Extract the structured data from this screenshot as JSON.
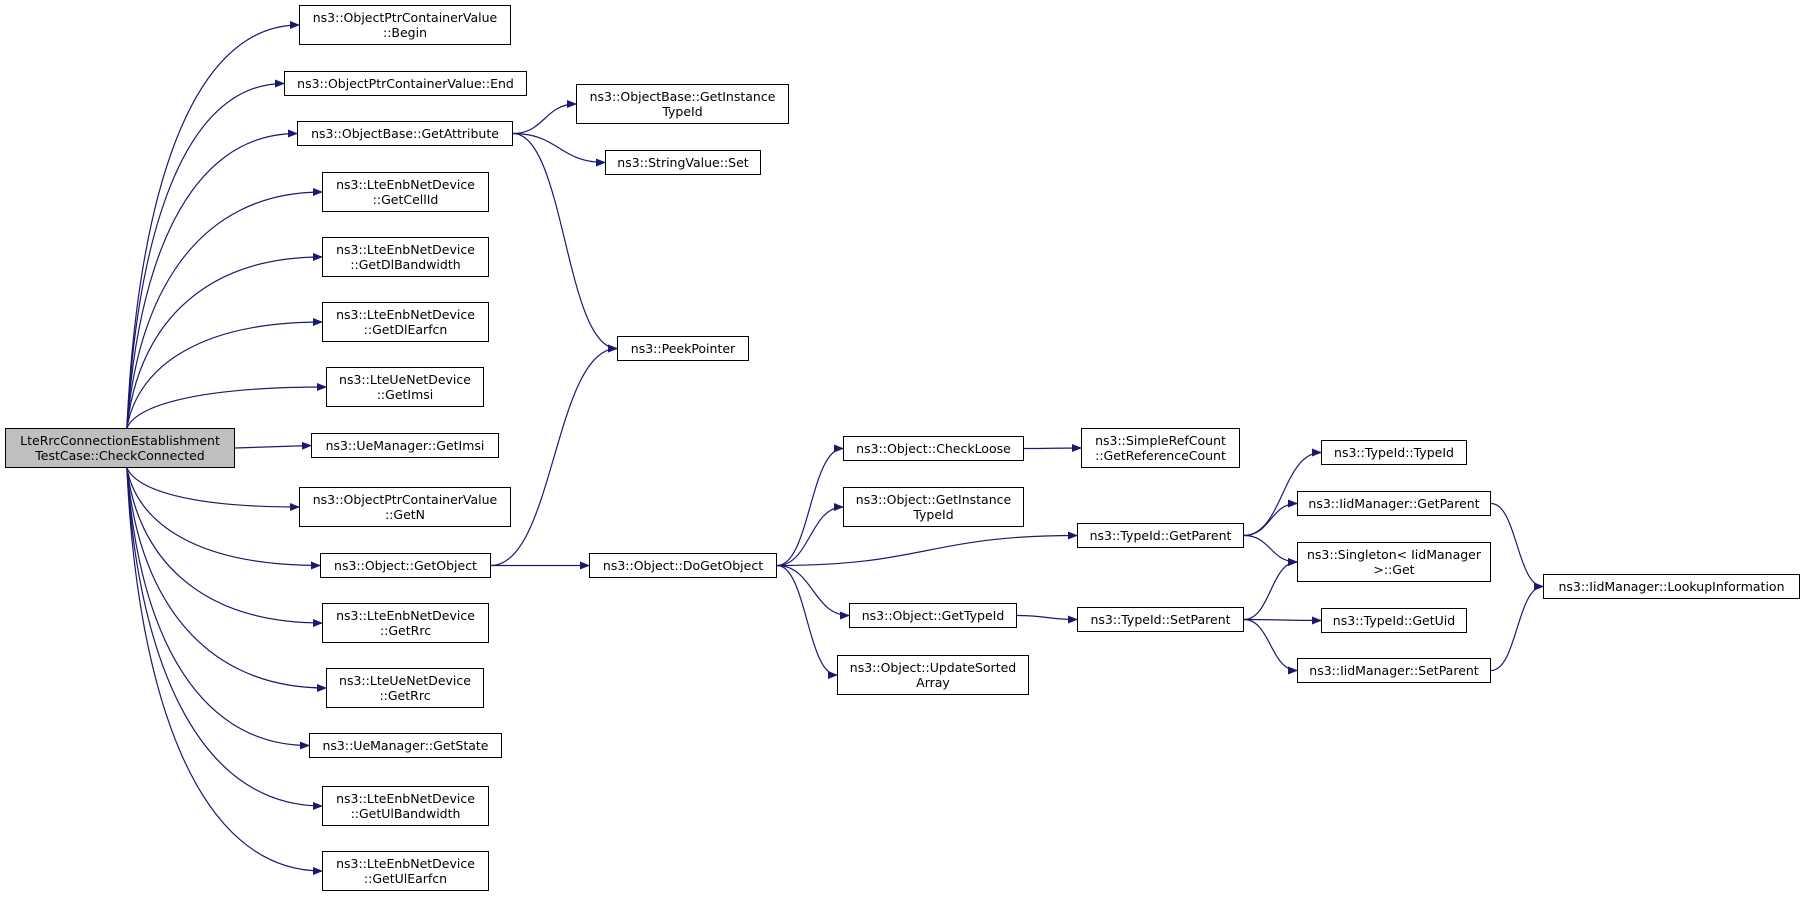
{
  "diagram": {
    "root": {
      "line1": "LteRrcConnectionEstablishment",
      "line2": "TestCase::CheckConnected"
    },
    "nodes": {
      "n_begin": {
        "line1": "ns3::ObjectPtrContainerValue",
        "line2": "::Begin"
      },
      "n_end": {
        "line1": "ns3::ObjectPtrContainerValue::End"
      },
      "n_getattribute": {
        "line1": "ns3::ObjectBase::GetAttribute"
      },
      "n_ob_getinstancetypeid": {
        "line1": "ns3::ObjectBase::GetInstance",
        "line2": "TypeId"
      },
      "n_stringvalue_set": {
        "line1": "ns3::StringValue::Set"
      },
      "n_getcellid": {
        "line1": "ns3::LteEnbNetDevice",
        "line2": "::GetCellId"
      },
      "n_getdlbandwidth": {
        "line1": "ns3::LteEnbNetDevice",
        "line2": "::GetDlBandwidth"
      },
      "n_getdlearfcn": {
        "line1": "ns3::LteEnbNetDevice",
        "line2": "::GetDlEarfcn"
      },
      "n_peekpointer": {
        "line1": "ns3::PeekPointer"
      },
      "n_ue_getimsi": {
        "line1": "ns3::LteUeNetDevice",
        "line2": "::GetImsi"
      },
      "n_uemgr_getimsi": {
        "line1": "ns3::UeManager::GetImsi"
      },
      "n_getn": {
        "line1": "ns3::ObjectPtrContainerValue",
        "line2": "::GetN"
      },
      "n_getobject": {
        "line1": "ns3::Object::GetObject"
      },
      "n_enb_getrrc": {
        "line1": "ns3::LteEnbNetDevice",
        "line2": "::GetRrc"
      },
      "n_ue_getrrc": {
        "line1": "ns3::LteUeNetDevice",
        "line2": "::GetRrc"
      },
      "n_getstate": {
        "line1": "ns3::UeManager::GetState"
      },
      "n_getulbandwidth": {
        "line1": "ns3::LteEnbNetDevice",
        "line2": "::GetUlBandwidth"
      },
      "n_getulearfcn": {
        "line1": "ns3::LteEnbNetDevice",
        "line2": "::GetUlEarfcn"
      },
      "n_checkloose": {
        "line1": "ns3::Object::CheckLoose"
      },
      "n_getreferencecount": {
        "line1": "ns3::SimpleRefCount",
        "line2": "::GetReferenceCount"
      },
      "n_obj_getinstancetypeid": {
        "line1": "ns3::Object::GetInstance",
        "line2": "TypeId"
      },
      "n_dogetobject": {
        "line1": "ns3::Object::DoGetObject"
      },
      "n_gettypeid": {
        "line1": "ns3::Object::GetTypeId"
      },
      "n_updatesortedarray": {
        "line1": "ns3::Object::UpdateSorted",
        "line2": "Array"
      },
      "n_typeid_getparent": {
        "line1": "ns3::TypeId::GetParent"
      },
      "n_typeid_setparent": {
        "line1": "ns3::TypeId::SetParent"
      },
      "n_typeid_typeid": {
        "line1": "ns3::TypeId::TypeId"
      },
      "n_iid_getparent": {
        "line1": "ns3::IidManager::GetParent"
      },
      "n_singleton_get": {
        "line1": "ns3::Singleton< IidManager",
        "line2": ">::Get"
      },
      "n_typeid_getuid": {
        "line1": "ns3::TypeId::GetUid"
      },
      "n_iid_setparent": {
        "line1": "ns3::IidManager::SetParent"
      },
      "n_lookupinformation": {
        "line1": "ns3::IidManager::LookupInformation"
      }
    },
    "edges": [
      [
        "root",
        "n_begin"
      ],
      [
        "root",
        "n_end"
      ],
      [
        "root",
        "n_getattribute"
      ],
      [
        "root",
        "n_getcellid"
      ],
      [
        "root",
        "n_getdlbandwidth"
      ],
      [
        "root",
        "n_getdlearfcn"
      ],
      [
        "root",
        "n_ue_getimsi"
      ],
      [
        "root",
        "n_uemgr_getimsi"
      ],
      [
        "root",
        "n_getn"
      ],
      [
        "root",
        "n_getobject"
      ],
      [
        "root",
        "n_enb_getrrc"
      ],
      [
        "root",
        "n_ue_getrrc"
      ],
      [
        "root",
        "n_getstate"
      ],
      [
        "root",
        "n_getulbandwidth"
      ],
      [
        "root",
        "n_getulearfcn"
      ],
      [
        "n_getattribute",
        "n_ob_getinstancetypeid"
      ],
      [
        "n_getattribute",
        "n_stringvalue_set"
      ],
      [
        "n_getattribute",
        "n_peekpointer"
      ],
      [
        "n_getobject",
        "n_peekpointer"
      ],
      [
        "n_getobject",
        "n_dogetobject"
      ],
      [
        "n_dogetobject",
        "n_checkloose"
      ],
      [
        "n_dogetobject",
        "n_obj_getinstancetypeid"
      ],
      [
        "n_dogetobject",
        "n_typeid_getparent"
      ],
      [
        "n_dogetobject",
        "n_gettypeid"
      ],
      [
        "n_dogetobject",
        "n_updatesortedarray"
      ],
      [
        "n_checkloose",
        "n_getreferencecount"
      ],
      [
        "n_gettypeid",
        "n_typeid_setparent"
      ],
      [
        "n_typeid_getparent",
        "n_typeid_typeid"
      ],
      [
        "n_typeid_getparent",
        "n_iid_getparent"
      ],
      [
        "n_typeid_getparent",
        "n_singleton_get"
      ],
      [
        "n_typeid_setparent",
        "n_singleton_get"
      ],
      [
        "n_typeid_setparent",
        "n_typeid_getuid"
      ],
      [
        "n_typeid_setparent",
        "n_iid_setparent"
      ],
      [
        "n_iid_getparent",
        "n_lookupinformation"
      ],
      [
        "n_iid_setparent",
        "n_lookupinformation"
      ]
    ],
    "colors": {
      "edge": "#191970",
      "root_fill": "#bfbfbf",
      "node_border": "#000000"
    }
  }
}
